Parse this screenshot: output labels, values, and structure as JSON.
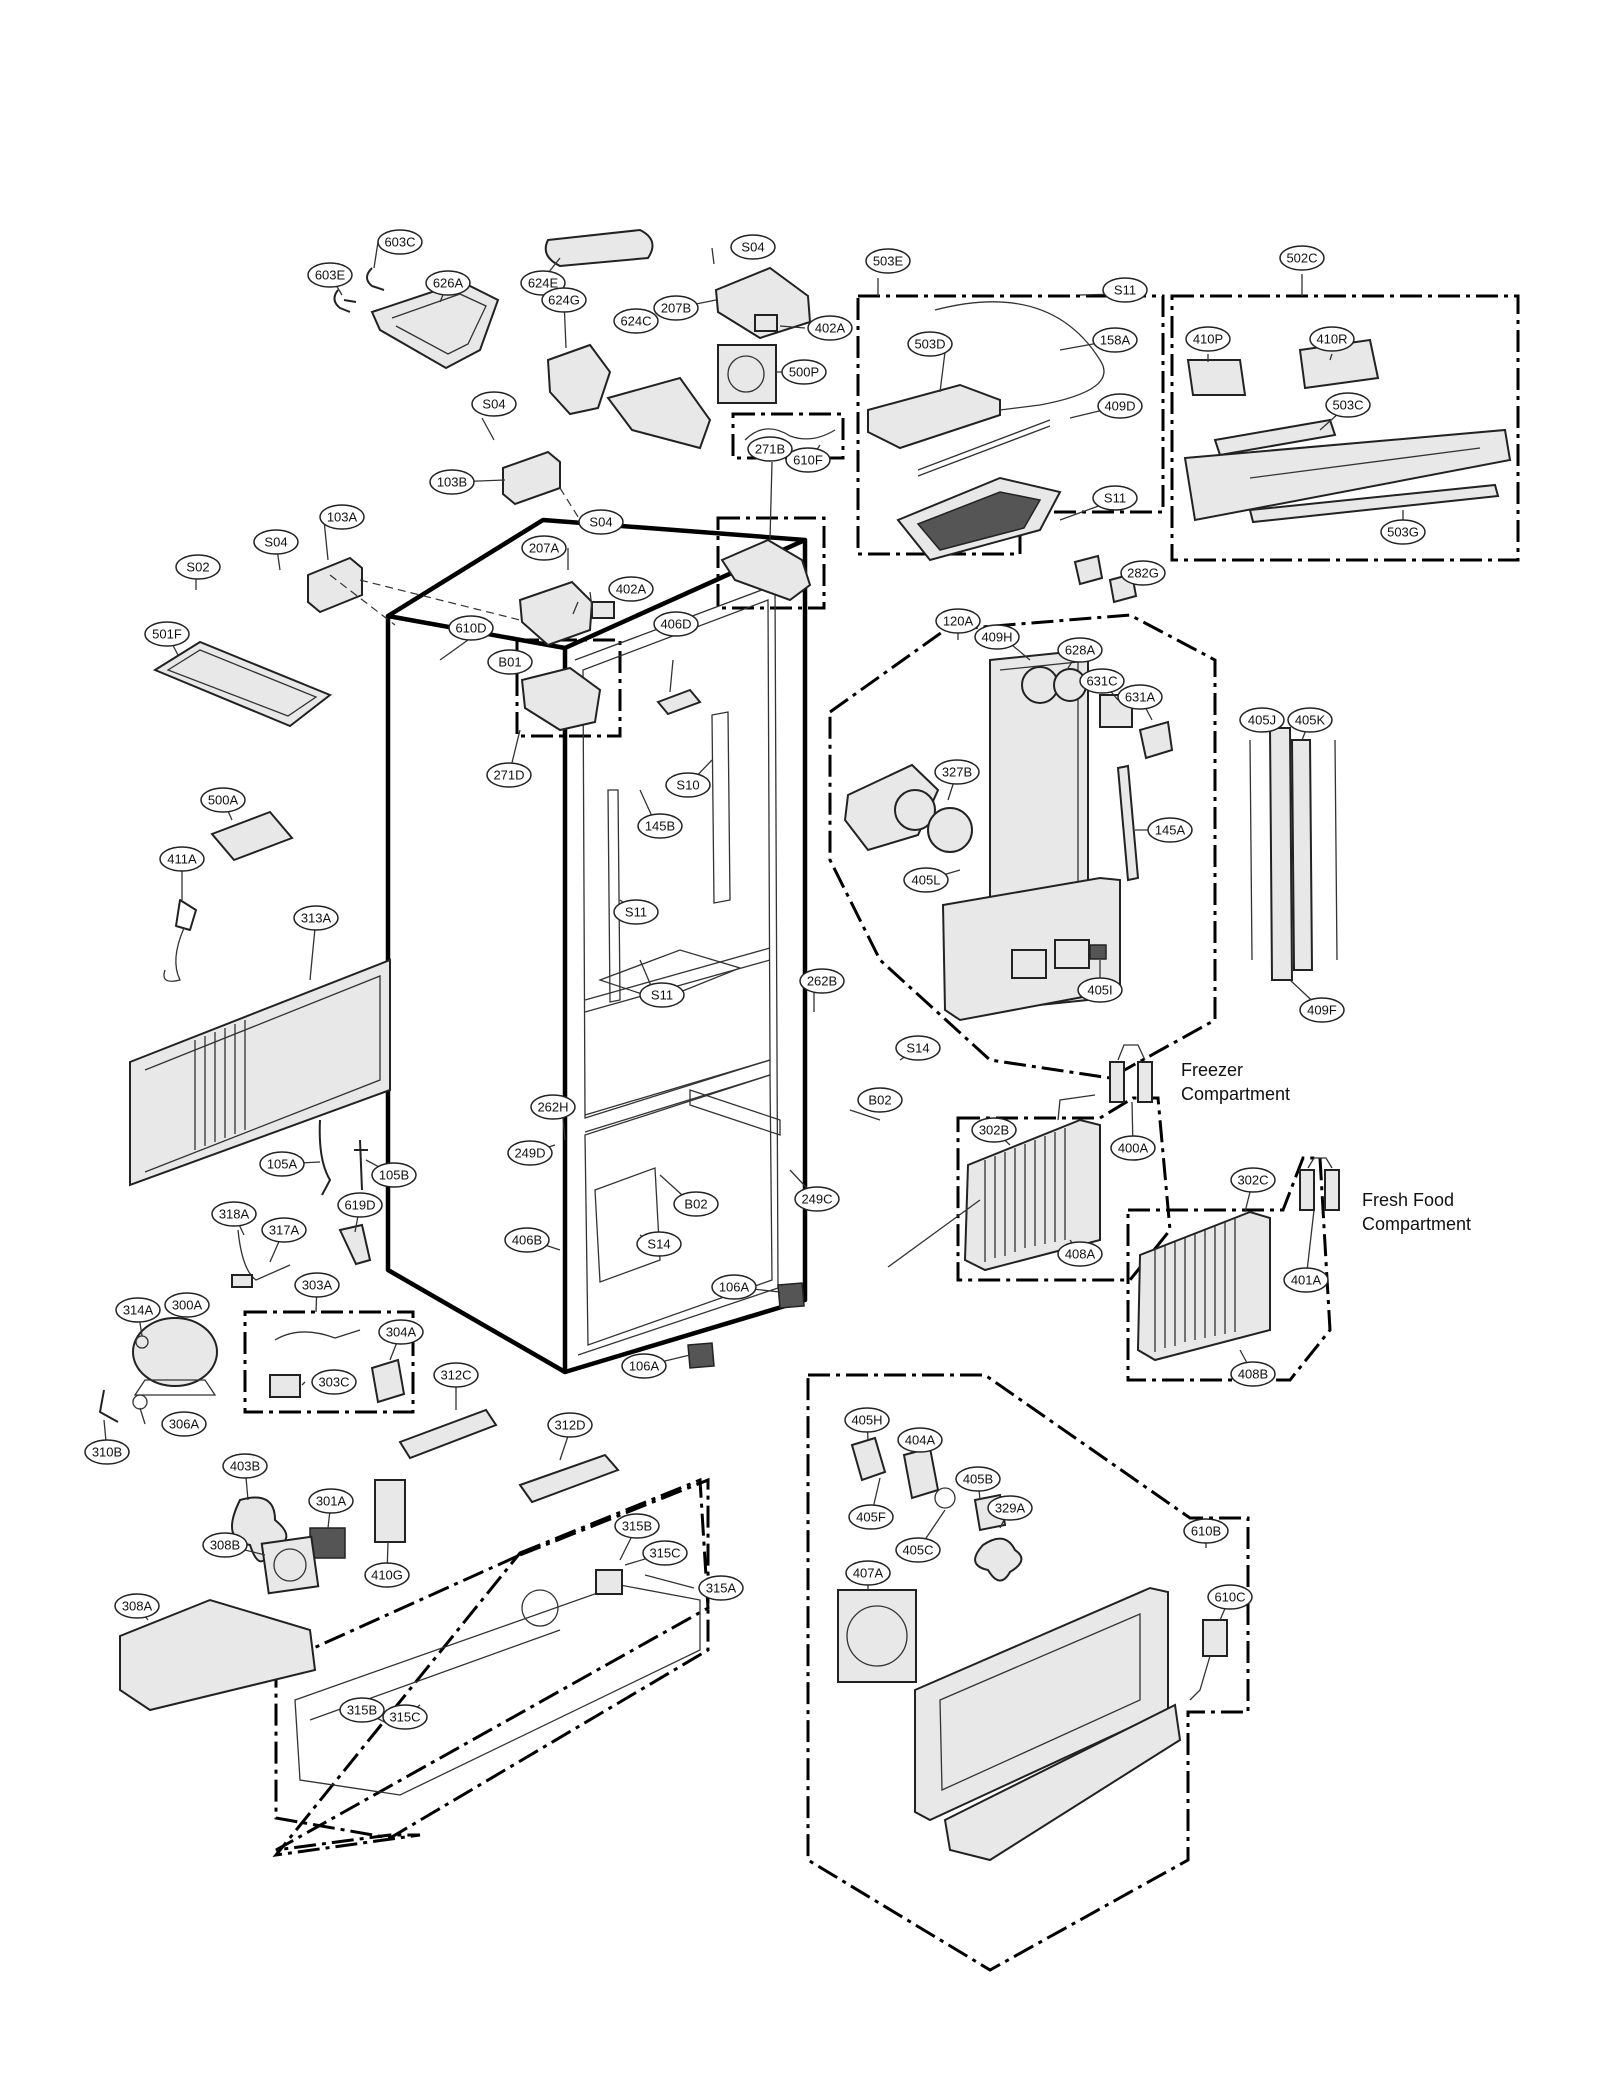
{
  "labels": [
    {
      "id": "603E"
    },
    {
      "id": "603C"
    },
    {
      "id": "626A"
    },
    {
      "id": "624E"
    },
    {
      "id": "S04"
    },
    {
      "id": "207B"
    },
    {
      "id": "402A"
    },
    {
      "id": "624G"
    },
    {
      "id": "624C"
    },
    {
      "id": "500P"
    },
    {
      "id": "S04"
    },
    {
      "id": "103B"
    },
    {
      "id": "610F"
    },
    {
      "id": "271B"
    },
    {
      "id": "S04"
    },
    {
      "id": "103A"
    },
    {
      "id": "S04"
    },
    {
      "id": "207A"
    },
    {
      "id": "S02"
    },
    {
      "id": "402A"
    },
    {
      "id": "610D"
    },
    {
      "id": "501F"
    },
    {
      "id": "B01"
    },
    {
      "id": "406D"
    },
    {
      "id": "271D"
    },
    {
      "id": "S10"
    },
    {
      "id": "500A"
    },
    {
      "id": "145B"
    },
    {
      "id": "411A"
    },
    {
      "id": "313A"
    },
    {
      "id": "S11"
    },
    {
      "id": "S11"
    },
    {
      "id": "262B"
    },
    {
      "id": "S14"
    },
    {
      "id": "B02"
    },
    {
      "id": "262H"
    },
    {
      "id": "105A"
    },
    {
      "id": "105B"
    },
    {
      "id": "249D"
    },
    {
      "id": "B02"
    },
    {
      "id": "249C"
    },
    {
      "id": "318A"
    },
    {
      "id": "619D"
    },
    {
      "id": "317A"
    },
    {
      "id": "S14"
    },
    {
      "id": "406B"
    },
    {
      "id": "303A"
    },
    {
      "id": "106A"
    },
    {
      "id": "314A"
    },
    {
      "id": "300A"
    },
    {
      "id": "304A"
    },
    {
      "id": "106A"
    },
    {
      "id": "312C"
    },
    {
      "id": "303C"
    },
    {
      "id": "306A"
    },
    {
      "id": "312D"
    },
    {
      "id": "310B"
    },
    {
      "id": "403B"
    },
    {
      "id": "301A"
    },
    {
      "id": "308B"
    },
    {
      "id": "410G"
    },
    {
      "id": "315B"
    },
    {
      "id": "315C"
    },
    {
      "id": "315A"
    },
    {
      "id": "308A"
    },
    {
      "id": "315B"
    },
    {
      "id": "315C"
    },
    {
      "id": "503E"
    },
    {
      "id": "502C"
    },
    {
      "id": "410P"
    },
    {
      "id": "410R"
    },
    {
      "id": "503D"
    },
    {
      "id": "S11"
    },
    {
      "id": "409D"
    },
    {
      "id": "503C"
    },
    {
      "id": "158A"
    },
    {
      "id": "S11"
    },
    {
      "id": "503G"
    },
    {
      "id": "282G"
    },
    {
      "id": "120A"
    },
    {
      "id": "409H"
    },
    {
      "id": "628A"
    },
    {
      "id": "631C"
    },
    {
      "id": "631A"
    },
    {
      "id": "327B"
    },
    {
      "id": "145A"
    },
    {
      "id": "405L"
    },
    {
      "id": "405I"
    },
    {
      "id": "405J"
    },
    {
      "id": "405K"
    },
    {
      "id": "409F"
    },
    {
      "id": "302B"
    },
    {
      "id": "400A"
    },
    {
      "id": "408A"
    },
    {
      "id": "302C"
    },
    {
      "id": "401A"
    },
    {
      "id": "408B"
    },
    {
      "id": "405H"
    },
    {
      "id": "404A"
    },
    {
      "id": "405B"
    },
    {
      "id": "405F"
    },
    {
      "id": "329A"
    },
    {
      "id": "405C"
    },
    {
      "id": "407A"
    },
    {
      "id": "610B"
    },
    {
      "id": "610C"
    }
  ],
  "captions": {
    "freezer_line1": "Freezer",
    "freezer_line2": "Compartment",
    "fresh_line1": "Fresh Food",
    "fresh_line2": "Compartment"
  }
}
